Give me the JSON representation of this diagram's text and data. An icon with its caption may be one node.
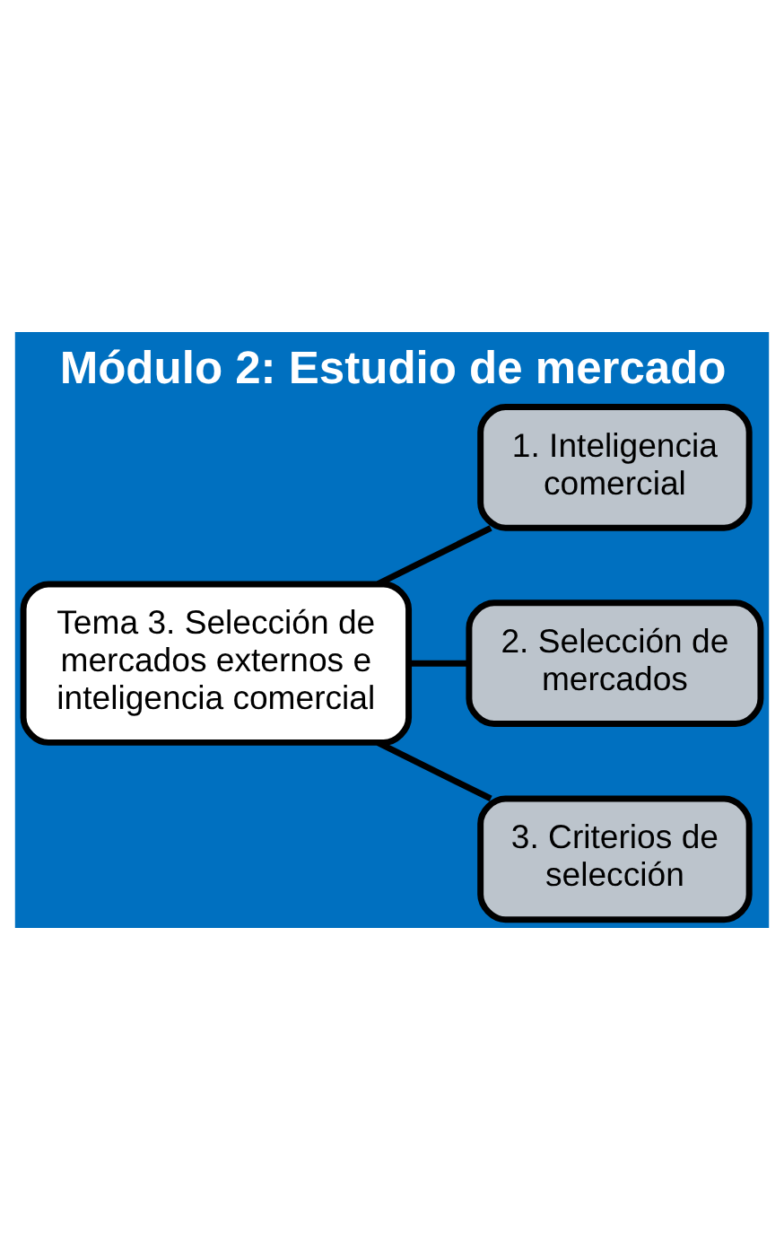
{
  "diagram": {
    "title": "Módulo 2: Estudio de mercado",
    "nodes": [
      {
        "text": [
          "Tema 3. Selección de mercados externos e inteligencia comercial"
        ]
      },
      {
        "text": [
          "1. Inteligencia comercial"
        ]
      },
      {
        "text": [
          "2. Selección de mercados"
        ]
      },
      {
        "text": [
          "3. Criterios de selección"
        ]
      }
    ],
    "edges": [
      {
        "from": 0,
        "to": 1,
        "arrow": "none"
      },
      {
        "from": 0,
        "to": 2,
        "arrow": "none"
      },
      {
        "from": 0,
        "to": 3,
        "arrow": "none"
      }
    ]
  }
}
